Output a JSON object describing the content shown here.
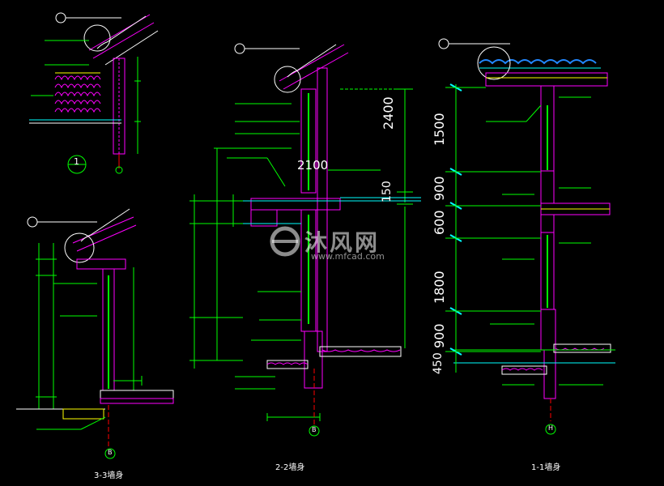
{
  "drawing": {
    "section_titles": [
      "3-3墙身",
      "2-2墙身",
      "1-1墙身"
    ],
    "axis_labels": [
      "B",
      "B",
      "H"
    ],
    "detail_number": "1",
    "dims_right": [
      "1500",
      "900",
      "600",
      "1800",
      "900",
      "450"
    ],
    "dims_middle": [
      "2400",
      "150"
    ],
    "dim_middle_top": "2100",
    "colors": {
      "background": "#000000",
      "wall": "#ff00ff",
      "dimension": "#00ff00",
      "text": "#ffffff",
      "grid": "#00ffff",
      "tile": "#00ffff",
      "concrete": "#ffff00",
      "glass": "#00ff00",
      "water": "#2288ff"
    }
  },
  "watermark": {
    "cn": "沐风网",
    "url": "www.mfcad.com"
  }
}
